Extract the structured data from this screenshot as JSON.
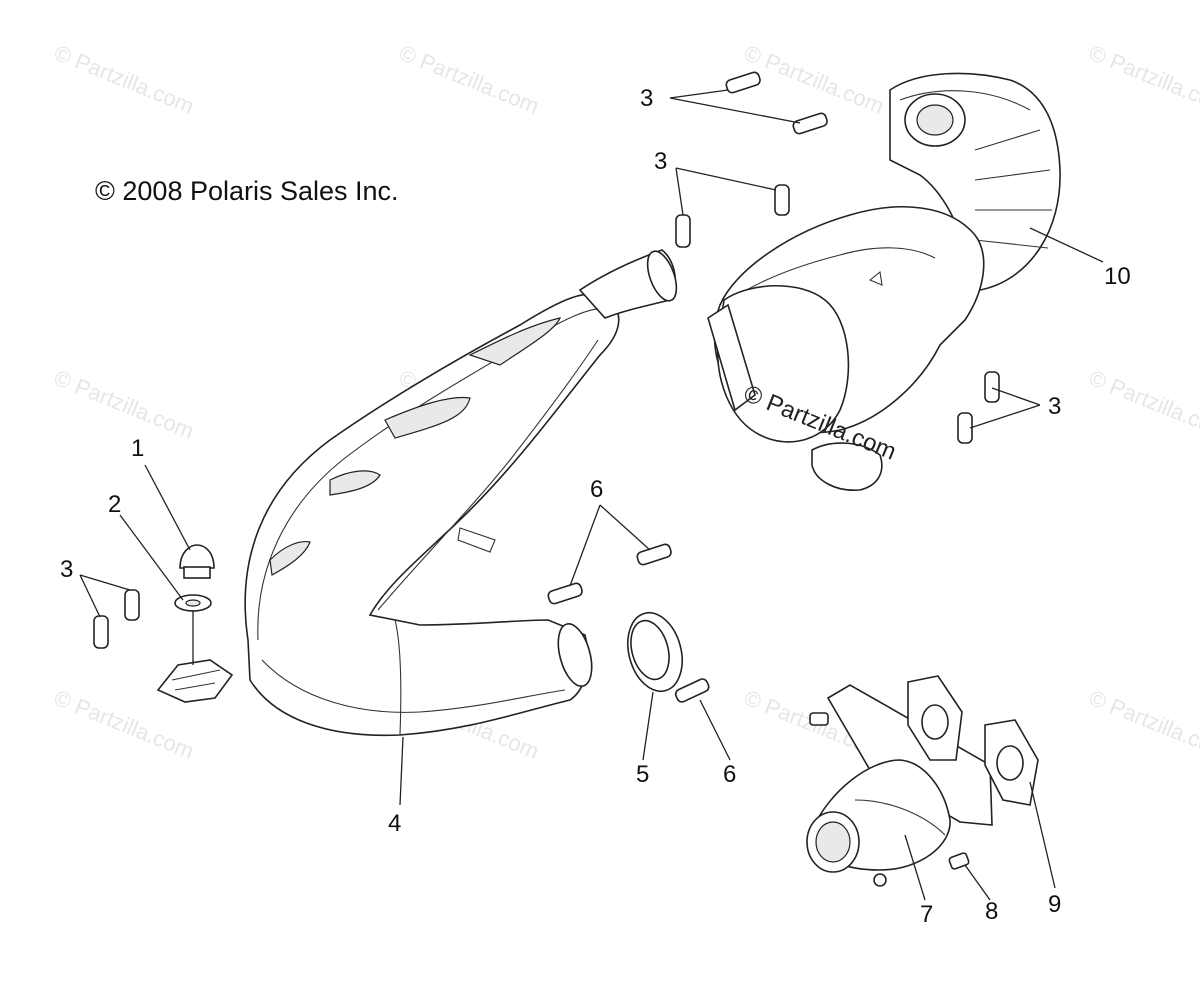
{
  "copyright": "© 2008 Polaris Sales Inc.",
  "watermark": "© Partzilla.com",
  "callouts": {
    "c1": "1",
    "c2": "2",
    "c3a": "3",
    "c3b": "3",
    "c3c": "3",
    "c3d": "3",
    "c4": "4",
    "c5": "5",
    "c6a": "6",
    "c6b": "6",
    "c7": "7",
    "c8": "8",
    "c9": "9",
    "c10": "10"
  }
}
